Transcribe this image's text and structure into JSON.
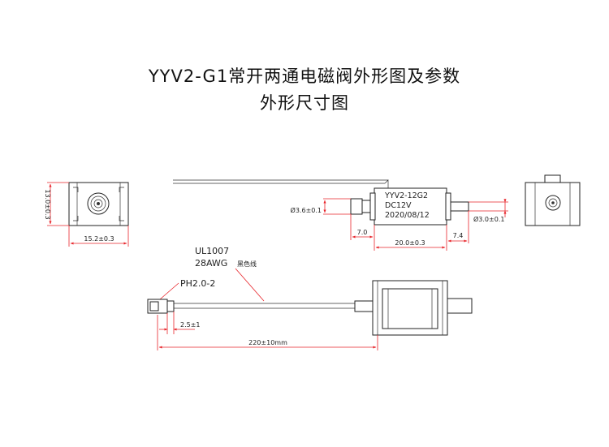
{
  "title": {
    "line1": "YYV2-G1常开两通电磁阀外形图及参数",
    "line2": "外形尺寸图"
  },
  "colors": {
    "dimension_line": "#e8242a",
    "outline": "#222222",
    "background": "#ffffff"
  },
  "dimensions": {
    "end_height": "13.0±0.3",
    "end_width": "15.2±0.3",
    "inlet_diameter": "Ø3.6±0.1",
    "inlet_length": "7.0",
    "body_length": "20.0±0.3",
    "outlet_length": "7.4",
    "outlet_diameter": "Ø3.0±0.1",
    "connector_length": "2.5±1",
    "total_length": "220±10mm"
  },
  "body_marking": {
    "model": "YYV2-12G2",
    "voltage": "DC12V",
    "date": "2020/08/12"
  },
  "wire": {
    "type": "UL1007",
    "gauge": "28AWG",
    "color_note": "黑色线"
  },
  "connector": {
    "type": "PH2.0-2"
  }
}
